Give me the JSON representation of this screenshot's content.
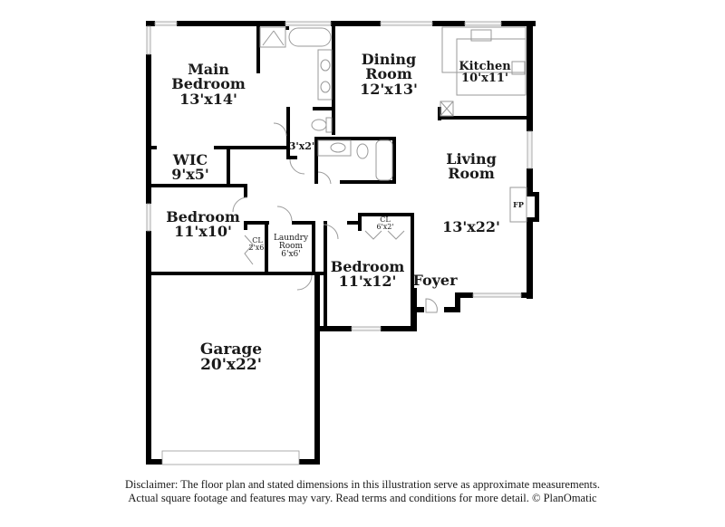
{
  "floor_plan": {
    "rooms": [
      {
        "id": "main-bedroom",
        "name_lines": [
          "Main",
          "Bedroom"
        ],
        "dimensions": "13'x14'"
      },
      {
        "id": "dining-room",
        "name_lines": [
          "Dining",
          "Room"
        ],
        "dimensions": "12'x13'"
      },
      {
        "id": "kitchen",
        "name_lines": [
          "Kitchen"
        ],
        "dimensions": "10'x11'"
      },
      {
        "id": "bath-closet",
        "name_lines": [],
        "dimensions": "3'x2'"
      },
      {
        "id": "living-room",
        "name_lines": [
          "Living",
          "Room"
        ],
        "dimensions": "13'x22'"
      },
      {
        "id": "wic",
        "name_lines": [
          "WIC"
        ],
        "dimensions": "9'x5'"
      },
      {
        "id": "bedroom-west",
        "name_lines": [
          "Bedroom"
        ],
        "dimensions": "11'x10'"
      },
      {
        "id": "closet-west",
        "name_lines": [
          "CL"
        ],
        "dimensions": "2'x6'"
      },
      {
        "id": "laundry-room",
        "name_lines": [
          "Laundry",
          "Room"
        ],
        "dimensions": "6'x6'"
      },
      {
        "id": "closet-bedroom",
        "name_lines": [
          "CL"
        ],
        "dimensions": "6'x2'"
      },
      {
        "id": "bedroom-front",
        "name_lines": [
          "Bedroom"
        ],
        "dimensions": "11'x12'"
      },
      {
        "id": "foyer",
        "name_lines": [
          "Foyer"
        ],
        "dimensions": ""
      },
      {
        "id": "garage",
        "name_lines": [
          "Garage"
        ],
        "dimensions": "20'x22'"
      }
    ],
    "fixtures": {
      "fireplace": "FP"
    },
    "colors": {
      "wall": "#000000",
      "fixture_line": "#9a9a9a",
      "window_fill": "#e6e6e6",
      "background": "#ffffff"
    }
  },
  "disclaimer": {
    "line1": "Disclaimer: The floor plan and stated dimensions in this illustration serve as approximate measurements.",
    "line2": "Actual square footage and features may vary. Read terms and conditions for more detail. © PlanOmatic"
  }
}
